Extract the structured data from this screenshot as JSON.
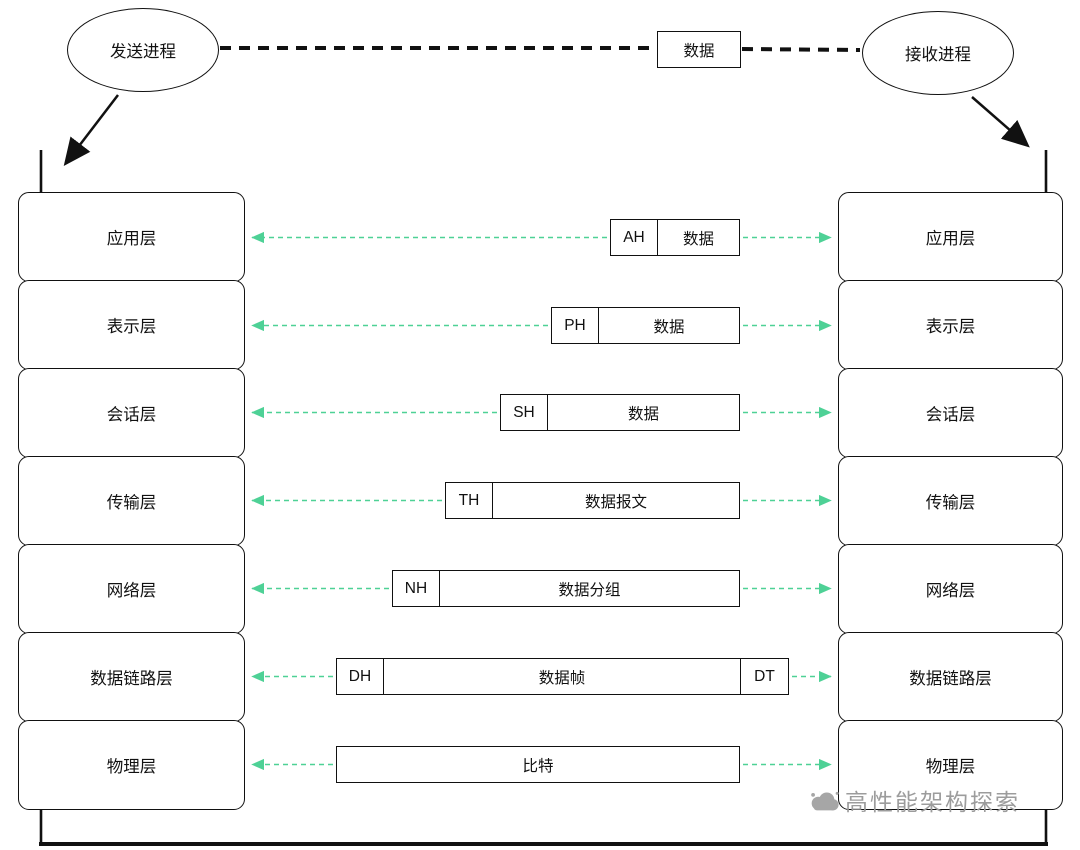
{
  "colors": {
    "arrow_green": "#4ED196",
    "ink": "#111111",
    "watermark_gray": "#9C9C9C"
  },
  "top": {
    "sender_label": "发送进程",
    "receiver_label": "接收进程",
    "data_label": "数据"
  },
  "layers": [
    {
      "left": "应用层",
      "right": "应用层",
      "pdu": {
        "header": "AH",
        "body": "数据"
      }
    },
    {
      "left": "表示层",
      "right": "表示层",
      "pdu": {
        "header": "PH",
        "body": "数据"
      }
    },
    {
      "left": "会话层",
      "right": "会话层",
      "pdu": {
        "header": "SH",
        "body": "数据"
      }
    },
    {
      "left": "传输层",
      "right": "传输层",
      "pdu": {
        "header": "TH",
        "body": "数据报文"
      }
    },
    {
      "left": "网络层",
      "right": "网络层",
      "pdu": {
        "header": "NH",
        "body": "数据分组"
      }
    },
    {
      "left": "数据链路层",
      "right": "数据链路层",
      "pdu": {
        "header": "DH",
        "body": "数据帧",
        "trailer": "DT"
      }
    },
    {
      "left": "物理层",
      "right": "物理层",
      "pdu": {
        "body": "比特"
      }
    }
  ],
  "watermark": {
    "text": "高性能架构探索"
  }
}
